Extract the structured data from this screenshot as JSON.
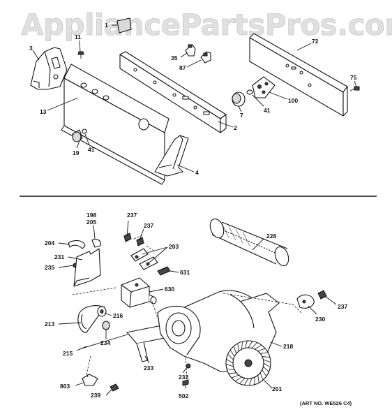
{
  "watermark": "AppliancePartsPros.com",
  "art_number": "(ART NO. WE526 C4)",
  "labels": {
    "l1": "1",
    "l3": "3",
    "l11": "11",
    "l13": "13",
    "l19": "19",
    "l41a": "41",
    "l4": "4",
    "l2": "2",
    "l35": "35",
    "l87": "87",
    "l7": "7",
    "l41b": "41",
    "l100": "100",
    "l72": "72",
    "l75": "75",
    "l198": "198",
    "l205": "205",
    "l204": "204",
    "l231": "231",
    "l235": "235",
    "l237a": "237",
    "l237b": "237",
    "l203": "203",
    "l631": "631",
    "l630": "630",
    "l228": "228",
    "l237c": "237",
    "l230": "230",
    "l213": "213",
    "l216": "216",
    "l234": "234",
    "l215": "215",
    "l233": "233",
    "l232": "232",
    "l218": "218",
    "l201": "201",
    "l803": "803",
    "l239": "239",
    "l502": "502"
  }
}
